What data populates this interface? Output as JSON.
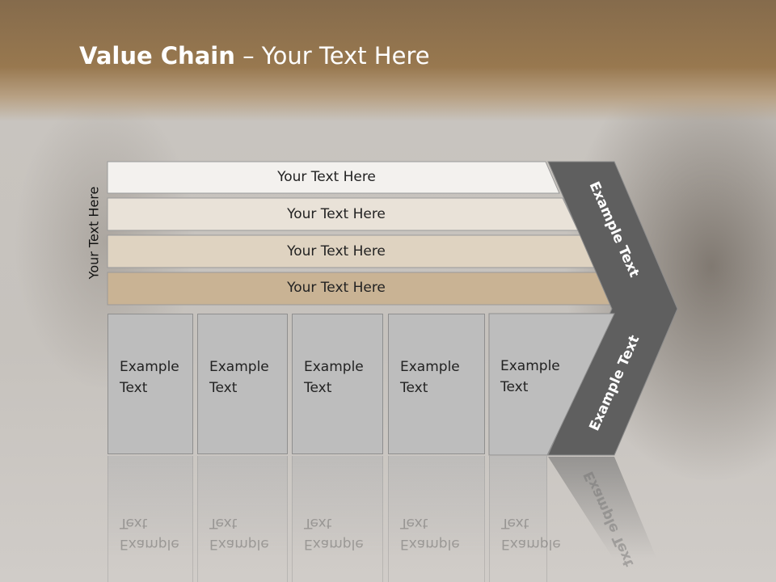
{
  "slide": {
    "title_bold": "Value Chain",
    "title_rest": " – Your Text Here",
    "side_label": "Your Text Here"
  },
  "bands": [
    {
      "label": "Your Text Here",
      "color": "#f3f1ee"
    },
    {
      "label": "Your Text Here",
      "color": "#e9e2d8"
    },
    {
      "label": "Your Text Here",
      "color": "#dfd3c1"
    },
    {
      "label": "Your Text Here",
      "color": "#c9b394"
    }
  ],
  "cells": [
    {
      "line1": "Example",
      "line2": "Text"
    },
    {
      "line1": "Example",
      "line2": "Text"
    },
    {
      "line1": "Example",
      "line2": "Text"
    },
    {
      "line1": "Example",
      "line2": "Text"
    },
    {
      "line1": "Example",
      "line2": "Text"
    }
  ],
  "chevron": {
    "upper_label": "Example Text",
    "lower_label": "Example Text",
    "color": "#5f5f5f"
  }
}
